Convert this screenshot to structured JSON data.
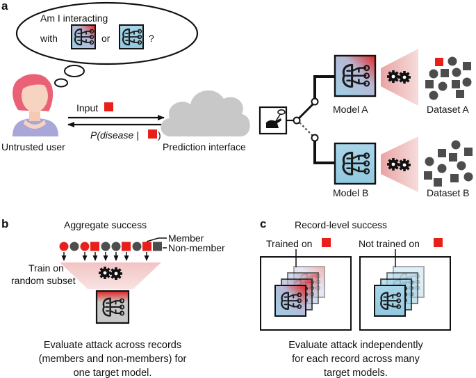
{
  "panel_a": {
    "letter": "a",
    "bubble": {
      "line1": "Am I interacting",
      "line2": "with",
      "or": "or",
      "question_mark": "?"
    },
    "user_label": "Untrusted user",
    "input_label": "Input",
    "output_prefix": "P(disease |",
    "output_suffix": ")",
    "interface_label": "Prediction interface",
    "model_a_label": "Model A",
    "model_b_label": "Model B",
    "dataset_a_label": "Dataset A",
    "dataset_b_label": "Dataset B"
  },
  "panel_b": {
    "letter": "b",
    "title": "Aggregate success",
    "member_label": "Member",
    "non_member_label": "Non-member",
    "train_line1": "Train on",
    "train_line2": "random subset",
    "caption_line1": "Evaluate attack across records",
    "caption_line2": "(members and non-members) for",
    "caption_line3": "one target model."
  },
  "panel_c": {
    "letter": "c",
    "title": "Record-level success",
    "trained_label": "Trained on",
    "not_trained_label": "Not trained on",
    "caption_line1": "Evaluate attack independently",
    "caption_line2": "for each record across many",
    "caption_line3": "target models."
  },
  "colors": {
    "record_red": "#e8201c",
    "model_blue": "#9fd0e6",
    "model_gray": "#c8c8c8",
    "dark_gray": "#4d4d4d",
    "cloud": "#c8c8c8",
    "cone_pink": "#f0c8c8"
  }
}
